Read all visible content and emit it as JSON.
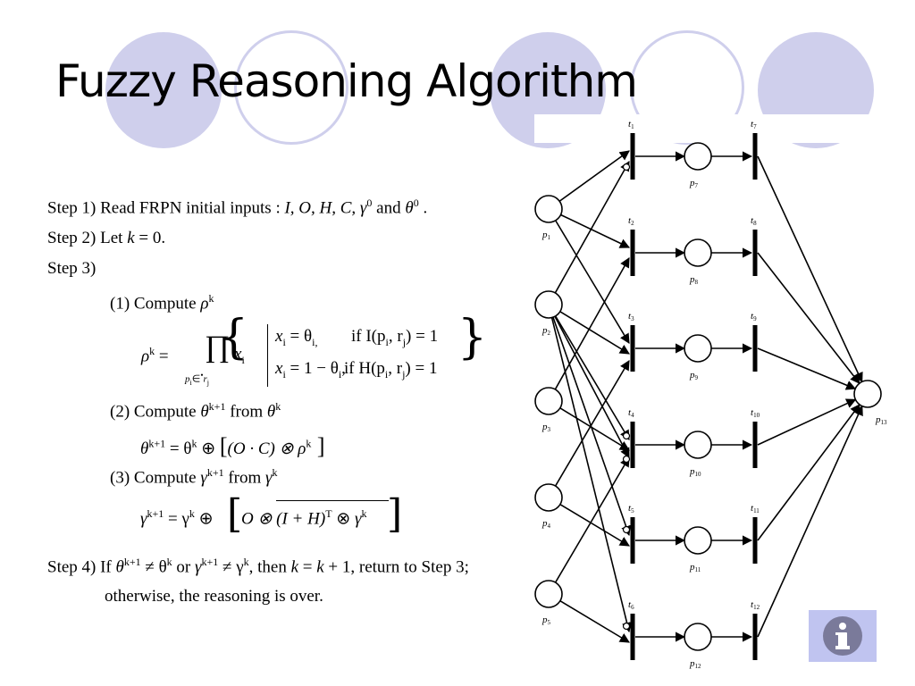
{
  "title": "Fuzzy Reasoning Algorithm",
  "steps": {
    "s1_prefix": "Step 1)  Read FRPN initial inputs : ",
    "s1_vars": "I, O, H, C, γ",
    "s1_sup0": "0",
    "s1_and": " and ",
    "s1_theta": "θ",
    "s1_sup0b": "0",
    "s1_end": "  .",
    "s2": "Step 2)  Let ",
    "s2_k": "k",
    "s2_rest": " = 0.",
    "s3": "Step 3)",
    "c1": "(1) Compute ",
    "c1_sym": "ρ",
    "c1_sup": "k",
    "c2": "(2) Compute ",
    "c2_sym": "θ",
    "c2_sup": "k+1",
    "c2_from": " from ",
    "c2_sym2": "θ",
    "c2_sup2": "k",
    "c3": "(3) Compute ",
    "c3_sym": "γ",
    "c3_sup": "k+1",
    "c3_from": " from ",
    "c3_sym2": "γ",
    "c3_sup2": "k",
    "s4_a": "Step 4) If ",
    "s4_b": " or ",
    "s4_c": ", then ",
    "s4_d": ", return to Step 3;",
    "s4_e": "otherwise, the reasoning is over."
  },
  "formulas": {
    "rho_lhs": "ρ",
    "sup_k": "k",
    "eq": " = ",
    "prod": "∏",
    "prod_sub": "p",
    "prod_sub2": "i",
    "prod_sub3": "∈",
    "prod_sub4": "•",
    "prod_sub5": "r",
    "prod_sub6": "j",
    "xi": "x",
    "i": "i",
    "case1_lhs": "x",
    "case1_rhs": " = θ",
    "case1_sub": "i,",
    "case1_cond": "if  I(p",
    "case1_cond2": ", r",
    "case1_cond3": ") = 1",
    "case2_lhs": "x",
    "case2_rhs": " = 1 − θ",
    "case2_sub": "i",
    "case2_comma": ",",
    "case2_cond": "if  H(p",
    "case2_cond2": ", r",
    "case2_cond3": ") = 1",
    "theta_eq_lhs": "θ",
    "theta_eq_sup": "k+1",
    "theta_eq_mid": " = θ",
    "theta_eq_sup2": "k",
    "theta_eq_op": " ⊕ ",
    "theta_eq_inner": "(O · C) ⊗ ρ",
    "theta_eq_sup3": "k",
    "gamma_eq_lhs": "γ",
    "gamma_eq_sup": "k+1",
    "gamma_eq_mid": " = γ",
    "gamma_eq_sup2": "k",
    "gamma_eq_op": " ⊕ ",
    "gamma_eq_inner": "O ⊗ ",
    "gamma_eq_paren": "(I + H)",
    "gamma_eq_T": "T",
    "gamma_eq_otimes": " ⊗ ",
    "gamma_eq_g": "γ",
    "gamma_eq_sup3": "k",
    "s4_theta": "θ",
    "s4_sup_k1": "k+1",
    "s4_neq": " ≠ θ",
    "s4_sup_k": "k",
    "s4_gamma": "γ",
    "s4_neq2": " ≠ γ",
    "s4_k": "k",
    "s4_assign": " = ",
    "s4_k2": "k",
    "s4_plus": " + 1"
  },
  "petri_net": {
    "places": [
      {
        "id": "p1",
        "label": "p",
        "sub": "1"
      },
      {
        "id": "p2",
        "label": "p",
        "sub": "2"
      },
      {
        "id": "p3",
        "label": "p",
        "sub": "3"
      },
      {
        "id": "p4",
        "label": "p",
        "sub": "4"
      },
      {
        "id": "p5",
        "label": "p",
        "sub": "5"
      },
      {
        "id": "p7",
        "label": "p",
        "sub": "7"
      },
      {
        "id": "p8",
        "label": "p",
        "sub": "8"
      },
      {
        "id": "p9",
        "label": "p",
        "sub": "9"
      },
      {
        "id": "p10",
        "label": "p",
        "sub": "10"
      },
      {
        "id": "p11",
        "label": "p",
        "sub": "11"
      },
      {
        "id": "p12",
        "label": "p",
        "sub": "12"
      },
      {
        "id": "p13",
        "label": "p",
        "sub": "13"
      }
    ],
    "transitions": [
      {
        "id": "t1",
        "label": "t",
        "sub": "1"
      },
      {
        "id": "t2",
        "label": "t",
        "sub": "2"
      },
      {
        "id": "t3",
        "label": "t",
        "sub": "3"
      },
      {
        "id": "t4",
        "label": "t",
        "sub": "4"
      },
      {
        "id": "t5",
        "label": "t",
        "sub": "5"
      },
      {
        "id": "t6",
        "label": "t",
        "sub": "6"
      },
      {
        "id": "t7",
        "label": "t",
        "sub": "7"
      },
      {
        "id": "t8",
        "label": "t",
        "sub": "8"
      },
      {
        "id": "t9",
        "label": "t",
        "sub": "9"
      },
      {
        "id": "t10",
        "label": "t",
        "sub": "10"
      },
      {
        "id": "t11",
        "label": "t",
        "sub": "11"
      },
      {
        "id": "t12",
        "label": "t",
        "sub": "12"
      }
    ]
  },
  "info_icon": "info-icon",
  "colors": {
    "accent": "#cfcfec",
    "button": "#c0c4f0",
    "icon": "#7a7a9a"
  }
}
